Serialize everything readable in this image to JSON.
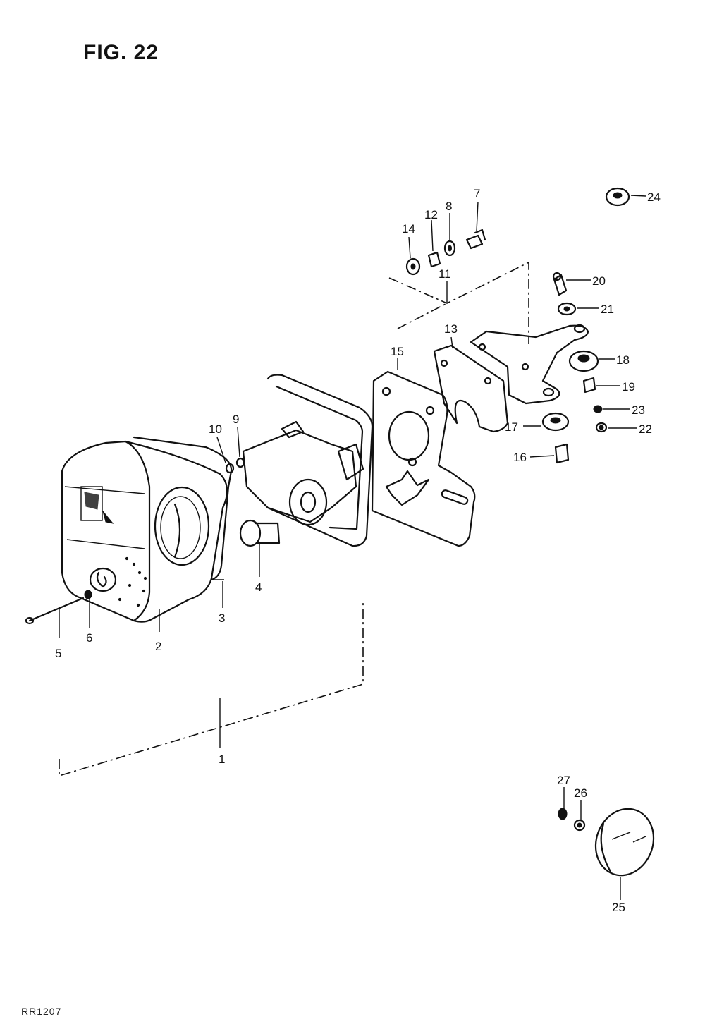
{
  "figure": {
    "title": "FIG. 22",
    "footer_code": "RR1207"
  },
  "callouts": [
    {
      "id": "1",
      "label": "1"
    },
    {
      "id": "2",
      "label": "2"
    },
    {
      "id": "3",
      "label": "3"
    },
    {
      "id": "4",
      "label": "4"
    },
    {
      "id": "5",
      "label": "5"
    },
    {
      "id": "6",
      "label": "6"
    },
    {
      "id": "7",
      "label": "7"
    },
    {
      "id": "8",
      "label": "8"
    },
    {
      "id": "9",
      "label": "9"
    },
    {
      "id": "10",
      "label": "10"
    },
    {
      "id": "11",
      "label": "11"
    },
    {
      "id": "12",
      "label": "12"
    },
    {
      "id": "13",
      "label": "13"
    },
    {
      "id": "14",
      "label": "14"
    },
    {
      "id": "15",
      "label": "15"
    },
    {
      "id": "16",
      "label": "16"
    },
    {
      "id": "17",
      "label": "17"
    },
    {
      "id": "18",
      "label": "18"
    },
    {
      "id": "19",
      "label": "19"
    },
    {
      "id": "20",
      "label": "20"
    },
    {
      "id": "21",
      "label": "21"
    },
    {
      "id": "22",
      "label": "22"
    },
    {
      "id": "23",
      "label": "23"
    },
    {
      "id": "24",
      "label": "24"
    },
    {
      "id": "25",
      "label": "25"
    },
    {
      "id": "26",
      "label": "26"
    },
    {
      "id": "27",
      "label": "27"
    }
  ]
}
